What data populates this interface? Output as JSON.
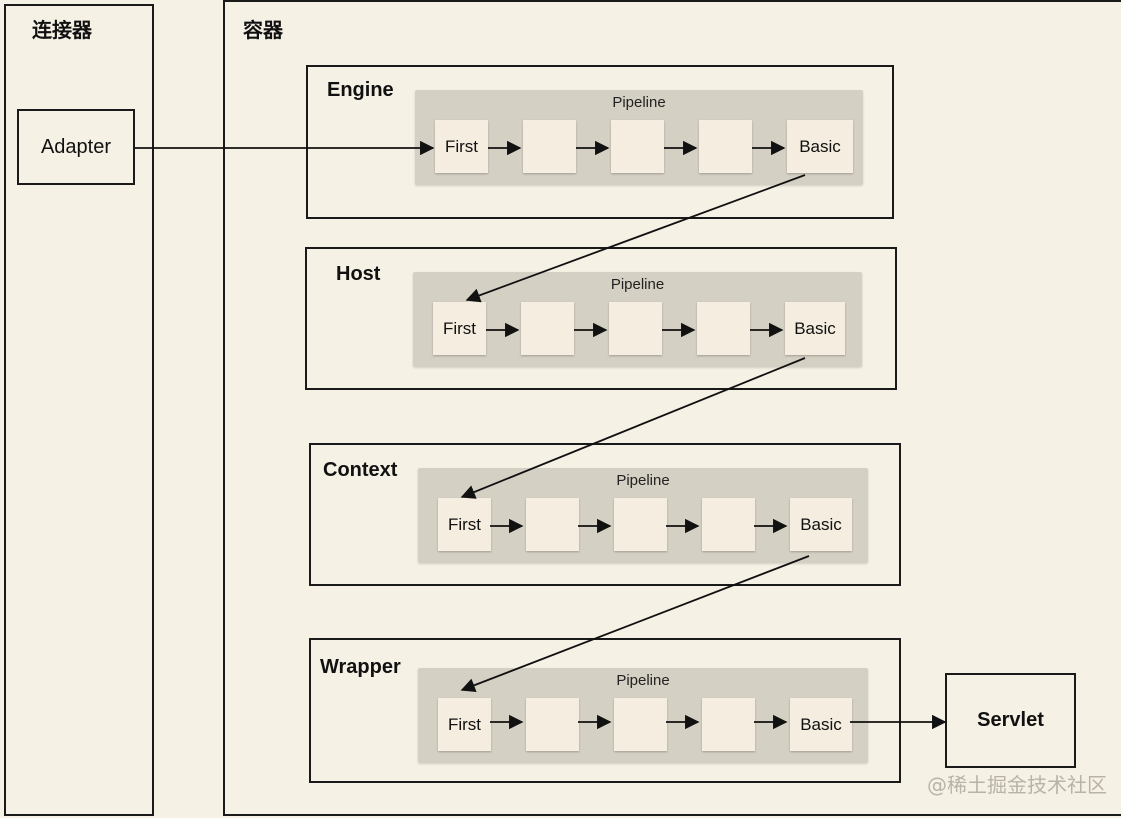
{
  "sections": {
    "connector_title": "连接器",
    "container_title": "容器"
  },
  "adapter_label": "Adapter",
  "servlet_label": "Servlet",
  "containers": [
    {
      "name": "Engine",
      "pipeline": {
        "label": "Pipeline",
        "first_label": "First",
        "basic_label": "Basic"
      }
    },
    {
      "name": "Host",
      "pipeline": {
        "label": "Pipeline",
        "first_label": "First",
        "basic_label": "Basic"
      }
    },
    {
      "name": "Context",
      "pipeline": {
        "label": "Pipeline",
        "first_label": "First",
        "basic_label": "Basic"
      }
    },
    {
      "name": "Wrapper",
      "pipeline": {
        "label": "Pipeline",
        "first_label": "First",
        "basic_label": "Basic"
      }
    }
  ],
  "watermark": "@稀土掘金技术社区",
  "colors": {
    "background": "#f6f1e5",
    "pipeline": "#d5d0c4",
    "valve": "#f4ede0",
    "stroke": "#1a1a1a"
  }
}
